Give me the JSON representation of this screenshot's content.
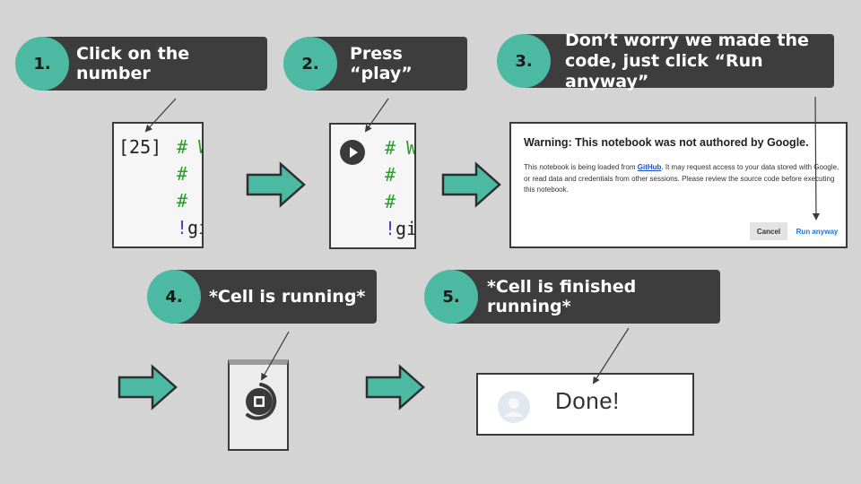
{
  "steps": [
    {
      "number": "1.",
      "label": "Click on the number"
    },
    {
      "number": "2.",
      "label": "Press “play”"
    },
    {
      "number": "3.",
      "label_line1": "Don’t worry we made the",
      "label_line2": "code, just click “Run anyway”"
    },
    {
      "number": "4.",
      "label": "*Cell is running*"
    },
    {
      "number": "5.",
      "label": "*Cell is finished running*"
    }
  ],
  "panel1": {
    "cell_number": "[25]",
    "hash": "#",
    "w": "W",
    "bang": "!",
    "gi": "gi"
  },
  "panel2": {
    "hash": "#",
    "w": "W",
    "bang": "!",
    "gi": "gi"
  },
  "dialog": {
    "title": "Warning: This notebook was not authored by Google.",
    "body_before_link": "This notebook is being loaded from ",
    "link": "GitHub",
    "body_after_link": ". It may request access to your data stored with Google, or read data and credentials from other sessions. Please review the source code before executing this notebook.",
    "cancel": "Cancel",
    "run_anyway": "Run anyway"
  },
  "done": {
    "text": "Done!"
  },
  "colors": {
    "background": "#d4d4d4",
    "accent": "#4cbaa3",
    "label_bar": "#3d3d3d",
    "link": "#1a73e8"
  }
}
